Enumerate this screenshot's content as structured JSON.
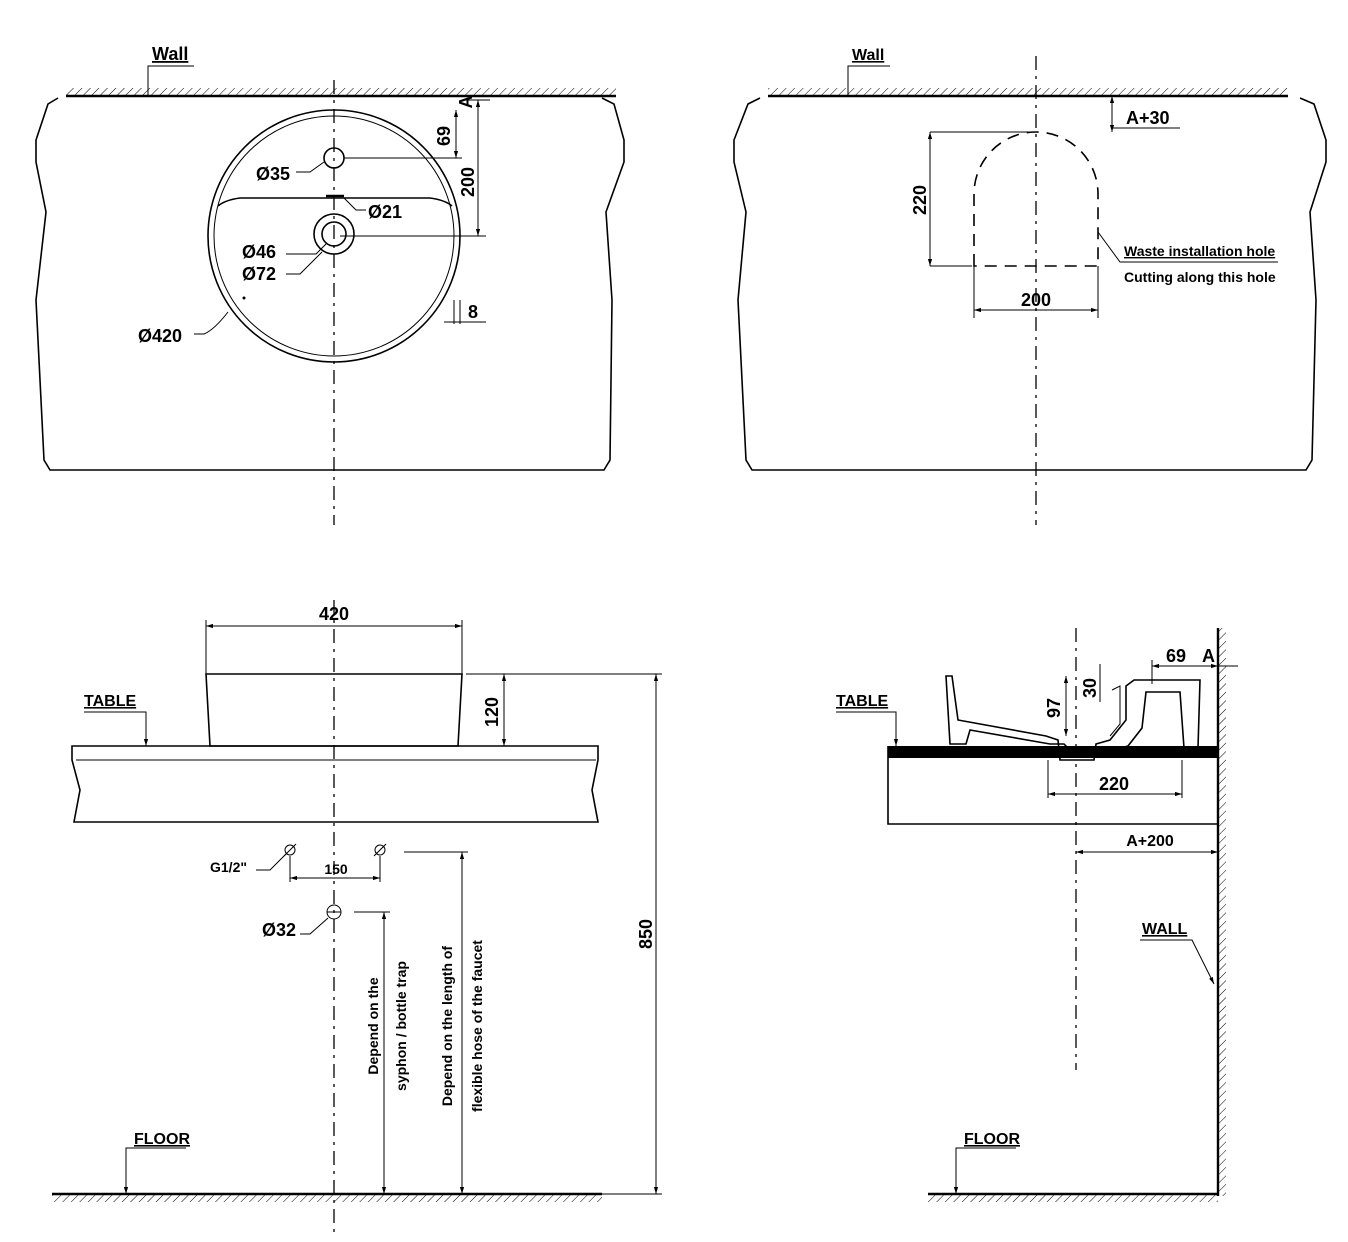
{
  "top_left_view": {
    "wall_label": "Wall",
    "dim_A": "A",
    "dim_69": "69",
    "dim_200": "200",
    "dim_8": "8",
    "dia_35": "Ø35",
    "dia_21": "Ø21",
    "dia_46": "Ø46",
    "dia_72": "Ø72",
    "dia_420": "Ø420"
  },
  "top_right_view": {
    "wall_label": "Wall",
    "dim_A30": "A+30",
    "dim_220": "220",
    "dim_200": "200",
    "note_line1": "Waste installation hole",
    "note_line2": "Cutting along this hole"
  },
  "bottom_left_view": {
    "dim_420": "420",
    "dim_120": "120",
    "table_label": "TABLE",
    "g_label": "G1/2\"",
    "dim_150": "150",
    "dia_32": "Ø32",
    "dim_850": "850",
    "syphon_line1": "Depend on the",
    "syphon_line2": "syphon / bottle trap",
    "hose_line1": "Depend on the length of",
    "hose_line2": "flexible hose of the faucet",
    "floor_label": "FLOOR"
  },
  "bottom_right_view": {
    "dim_69": "69",
    "dim_A": "A",
    "dim_30": "30",
    "dim_97": "97",
    "dim_220": "220",
    "dim_A200": "A+200",
    "table_label": "TABLE",
    "wall_label": "WALL",
    "floor_label": "FLOOR"
  }
}
